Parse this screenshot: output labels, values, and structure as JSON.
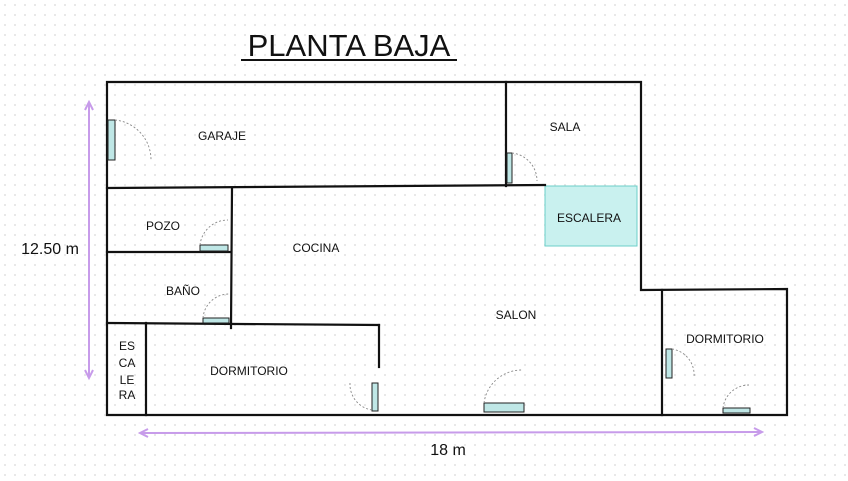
{
  "title": "PLANTA BAJA",
  "rooms": {
    "garaje": "GARAJE",
    "sala": "SALA",
    "escalera": "ESCALERA",
    "pozo": "POZO",
    "cocina": "COCINA",
    "bano": "BAÑO",
    "salon": "SALON",
    "escalera_small": [
      "ES",
      "CA",
      "LE",
      "RA"
    ],
    "dormitorio_1": "DORMITORIO",
    "dormitorio_2": "DORMITORIO"
  },
  "dimensions": {
    "height": "12.50 m",
    "width": "18 m"
  },
  "colors": {
    "walls": "#111111",
    "door": "#bfe7e6",
    "stair_fill": "#c9f1ef",
    "stair_stroke": "#6ccfc9",
    "dimension_lines": "#c79bea"
  }
}
